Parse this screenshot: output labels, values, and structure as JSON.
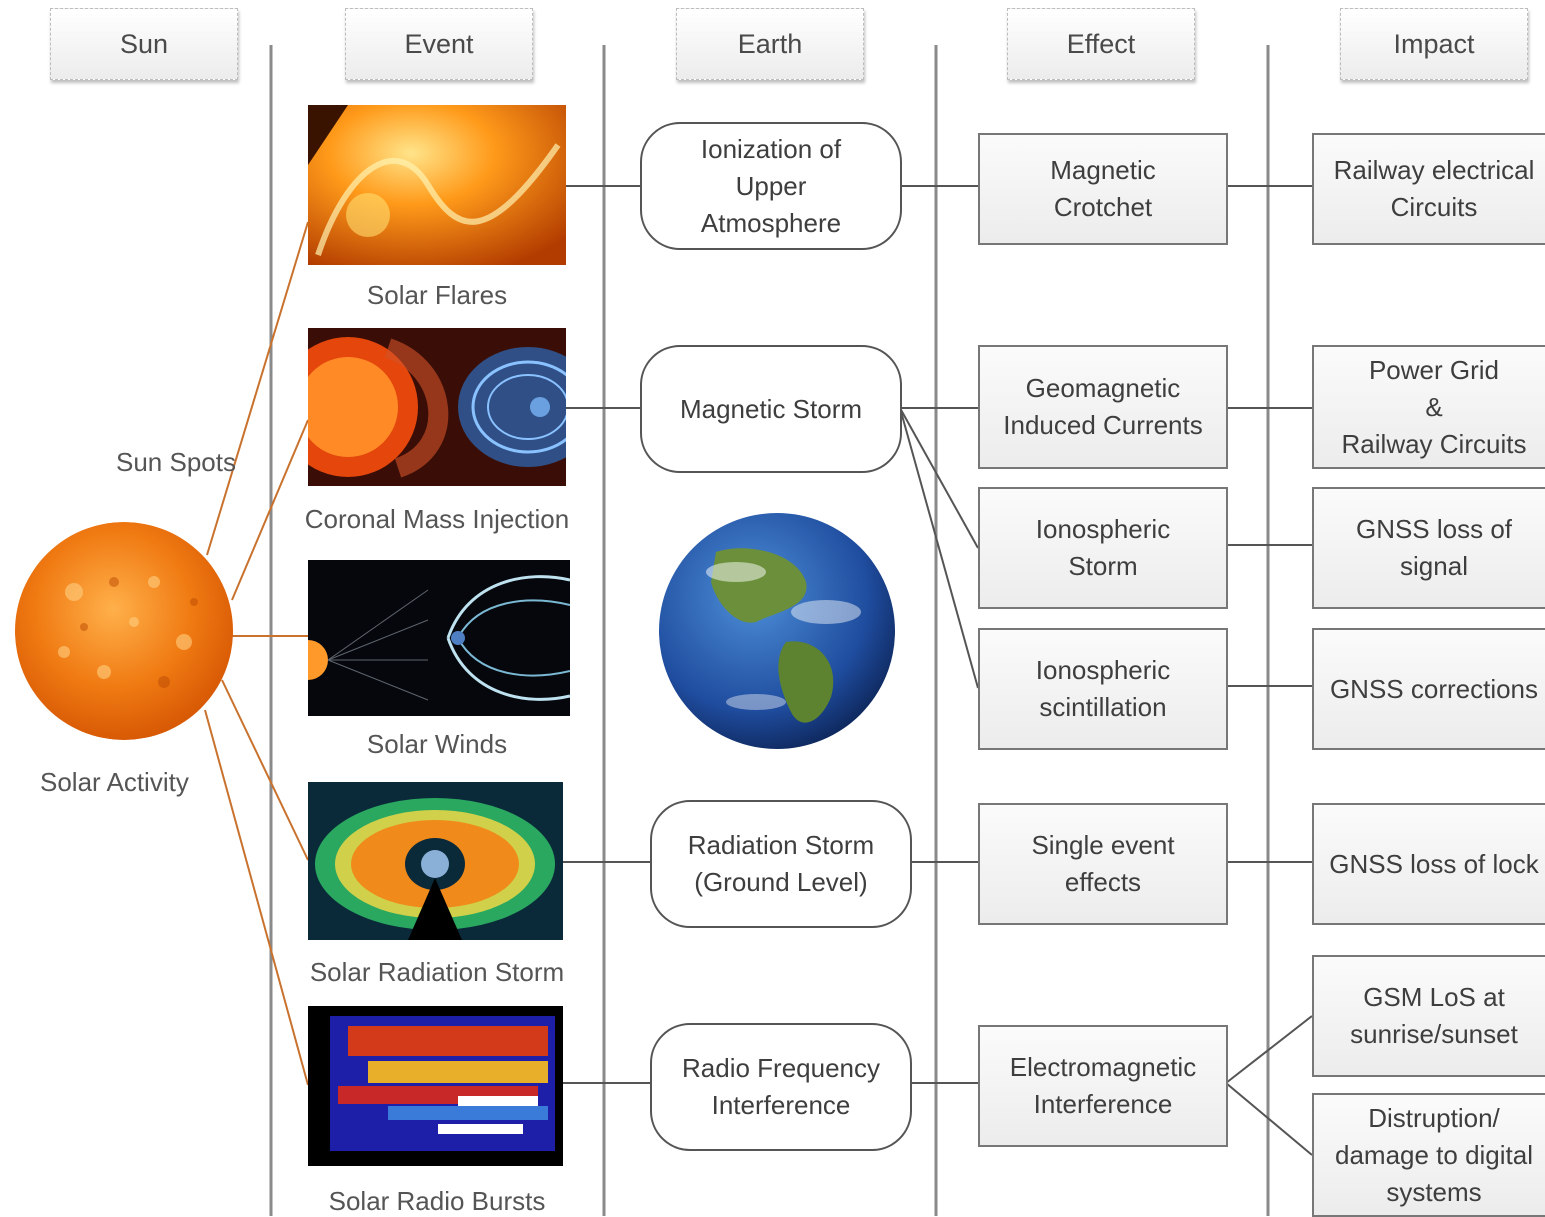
{
  "headers": {
    "sun": "Sun",
    "event": "Event",
    "earth": "Earth",
    "effect": "Effect",
    "impact": "Impact"
  },
  "sun": {
    "spots_label": "Sun Spots",
    "activity_label": "Solar Activity"
  },
  "events": [
    {
      "caption": "Solar Flares"
    },
    {
      "caption": "Coronal Mass Injection"
    },
    {
      "caption": "Solar Winds"
    },
    {
      "caption": "Solar Radiation Storm"
    },
    {
      "caption": "Solar Radio Bursts"
    }
  ],
  "earth_nodes": [
    {
      "text": "Ionization of\nUpper\nAtmosphere"
    },
    {
      "text": "Magnetic Storm"
    },
    {
      "text": "Radiation Storm\n(Ground Level)"
    },
    {
      "text": "Radio Frequency\nInterference"
    }
  ],
  "effects": [
    {
      "text": "Magnetic\nCrotchet"
    },
    {
      "text": "Geomagnetic\nInduced Currents"
    },
    {
      "text": "Ionospheric\nStorm"
    },
    {
      "text": "Ionospheric\nscintillation"
    },
    {
      "text": "Single event\neffects"
    },
    {
      "text": "Electromagnetic\nInterference"
    }
  ],
  "impacts": [
    {
      "text": "Railway electrical\nCircuits"
    },
    {
      "text": "Power Grid\n&\nRailway Circuits"
    },
    {
      "text": "GNSS loss of\nsignal"
    },
    {
      "text": "GNSS corrections"
    },
    {
      "text": "GNSS loss of lock"
    },
    {
      "text": "GSM LoS at\nsunrise/sunset"
    },
    {
      "text": "Distruption/\ndamage to digital\nsystems"
    }
  ],
  "colors": {
    "sun_link": "#c8722e",
    "connector": "#555555",
    "divider": "#8a8a8a"
  }
}
